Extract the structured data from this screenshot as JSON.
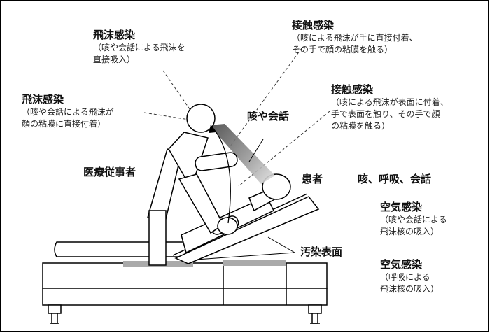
{
  "labels": {
    "droplet_inhale": {
      "title": "飛沫感染",
      "line1": "（咳や会話による飛沫を",
      "line2": "直接吸入）"
    },
    "droplet_mucosa": {
      "title": "飛沫感染",
      "line1": "（咳や会話による飛沫が",
      "line2": "顔の粘膜に直接付着）"
    },
    "contact_hand": {
      "title": "接触感染",
      "line1": "（咳による飛沫が手に直接付着、",
      "line2": "その手で顔の粘膜を触る）"
    },
    "contact_surface": {
      "title": "接触感染",
      "line1": "（咳による飛沫が表面に付着、",
      "line2": "手で表面を触り、その手で顔",
      "line3": "の粘膜を触る）"
    },
    "cough_talk": "咳や会話",
    "healthcare_worker": "医療従事者",
    "patient": "患者",
    "patient_actions": "咳、呼吸、会話",
    "airborne_1": {
      "title": "空気感染",
      "line1": "（咳や会話による",
      "line2": "飛沫核の吸入）"
    },
    "contaminated_surface": "汚染表面",
    "airborne_2": {
      "title": "空気感染",
      "line1": "（呼吸による",
      "line2": "飛沫核の吸入）"
    }
  }
}
